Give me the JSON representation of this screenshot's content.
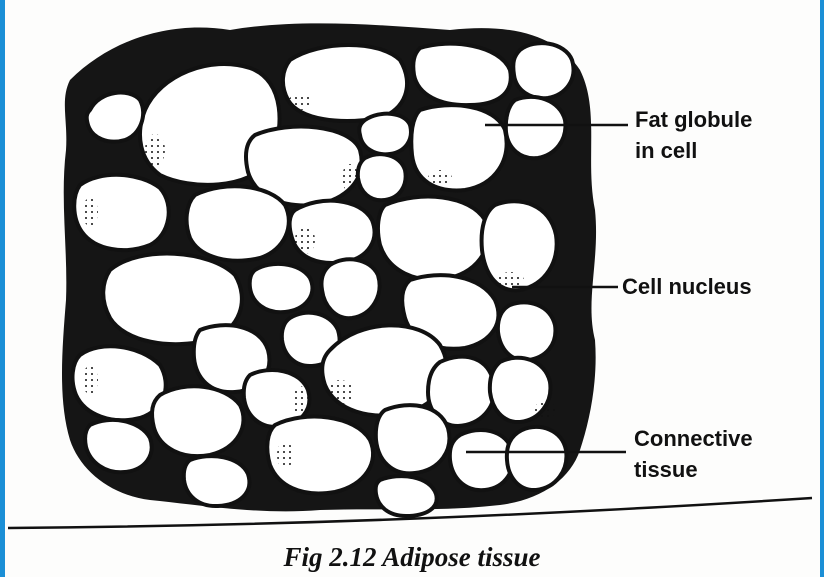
{
  "figure": {
    "labels": {
      "fat_globule_line1": "Fat globule",
      "fat_globule_line2": "in cell",
      "cell_nucleus": "Cell nucleus",
      "connective_line1": "Connective",
      "connective_line2": "tissue"
    },
    "caption": "Fig 2.12 Adipose tissue"
  },
  "colors": {
    "ink": "#111111",
    "paper": "#fdfdfc",
    "frame": "#1b8fd6"
  }
}
